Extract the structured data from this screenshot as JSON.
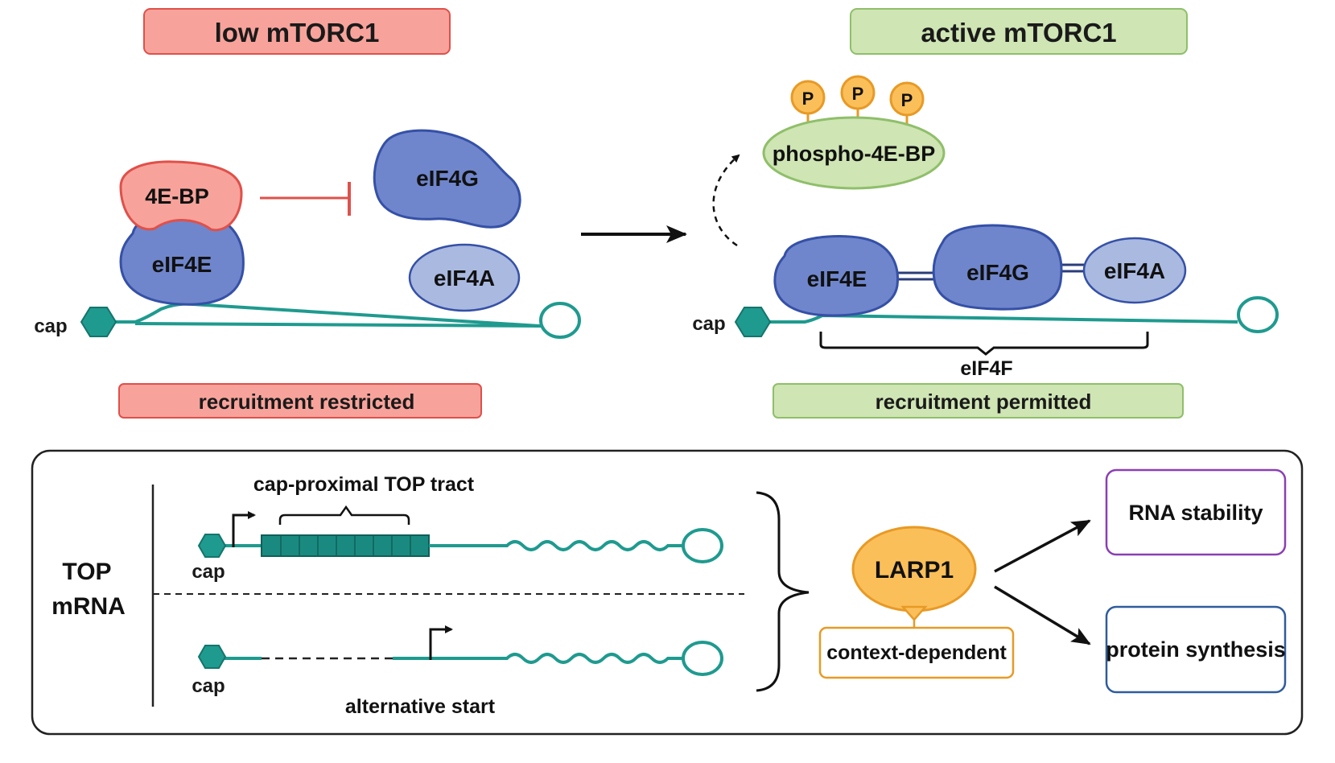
{
  "left_panel": {
    "header": "low mTORC1",
    "footer": "recruitment restricted",
    "protein_4ebp": "4E-BP",
    "protein_eif4e": "eIF4E",
    "protein_eif4g": "eIF4G",
    "protein_eif4a": "eIF4A",
    "cap_label": "cap"
  },
  "right_panel": {
    "header": "active mTORC1",
    "footer": "recruitment permitted",
    "phospho_label": "phospho-4E-BP",
    "phosphate_label": "P",
    "protein_eif4e": "eIF4E",
    "protein_eif4g": "eIF4G",
    "protein_eif4a": "eIF4A",
    "complex_label": "eIF4F",
    "cap_label": "cap"
  },
  "bottom_panel": {
    "row_label_line1": "TOP",
    "row_label_line2": "mRNA",
    "top_tract_label": "cap-proximal TOP tract",
    "cap_label_1": "cap",
    "cap_label_2": "cap",
    "alt_start_label": "alternative start",
    "larp1_label": "LARP1",
    "context_label": "context-dependent",
    "outcome_1": "RNA stability",
    "outcome_2": "protein synthesis"
  },
  "colors": {
    "red_fill": "#f7a39b",
    "red_stroke": "#e0504a",
    "green_fill": "#cfe5b4",
    "green_stroke": "#8fbf6a",
    "blue_fill": "#6f86cc",
    "blue_stroke": "#3550a6",
    "light_blue_fill": "#a9b9e0",
    "teal": "#1f9a8f",
    "orange_fill": "#fbbf5a",
    "orange_stroke": "#e89a25",
    "purple": "#8a3fb3",
    "navy": "#2f5c9c"
  }
}
